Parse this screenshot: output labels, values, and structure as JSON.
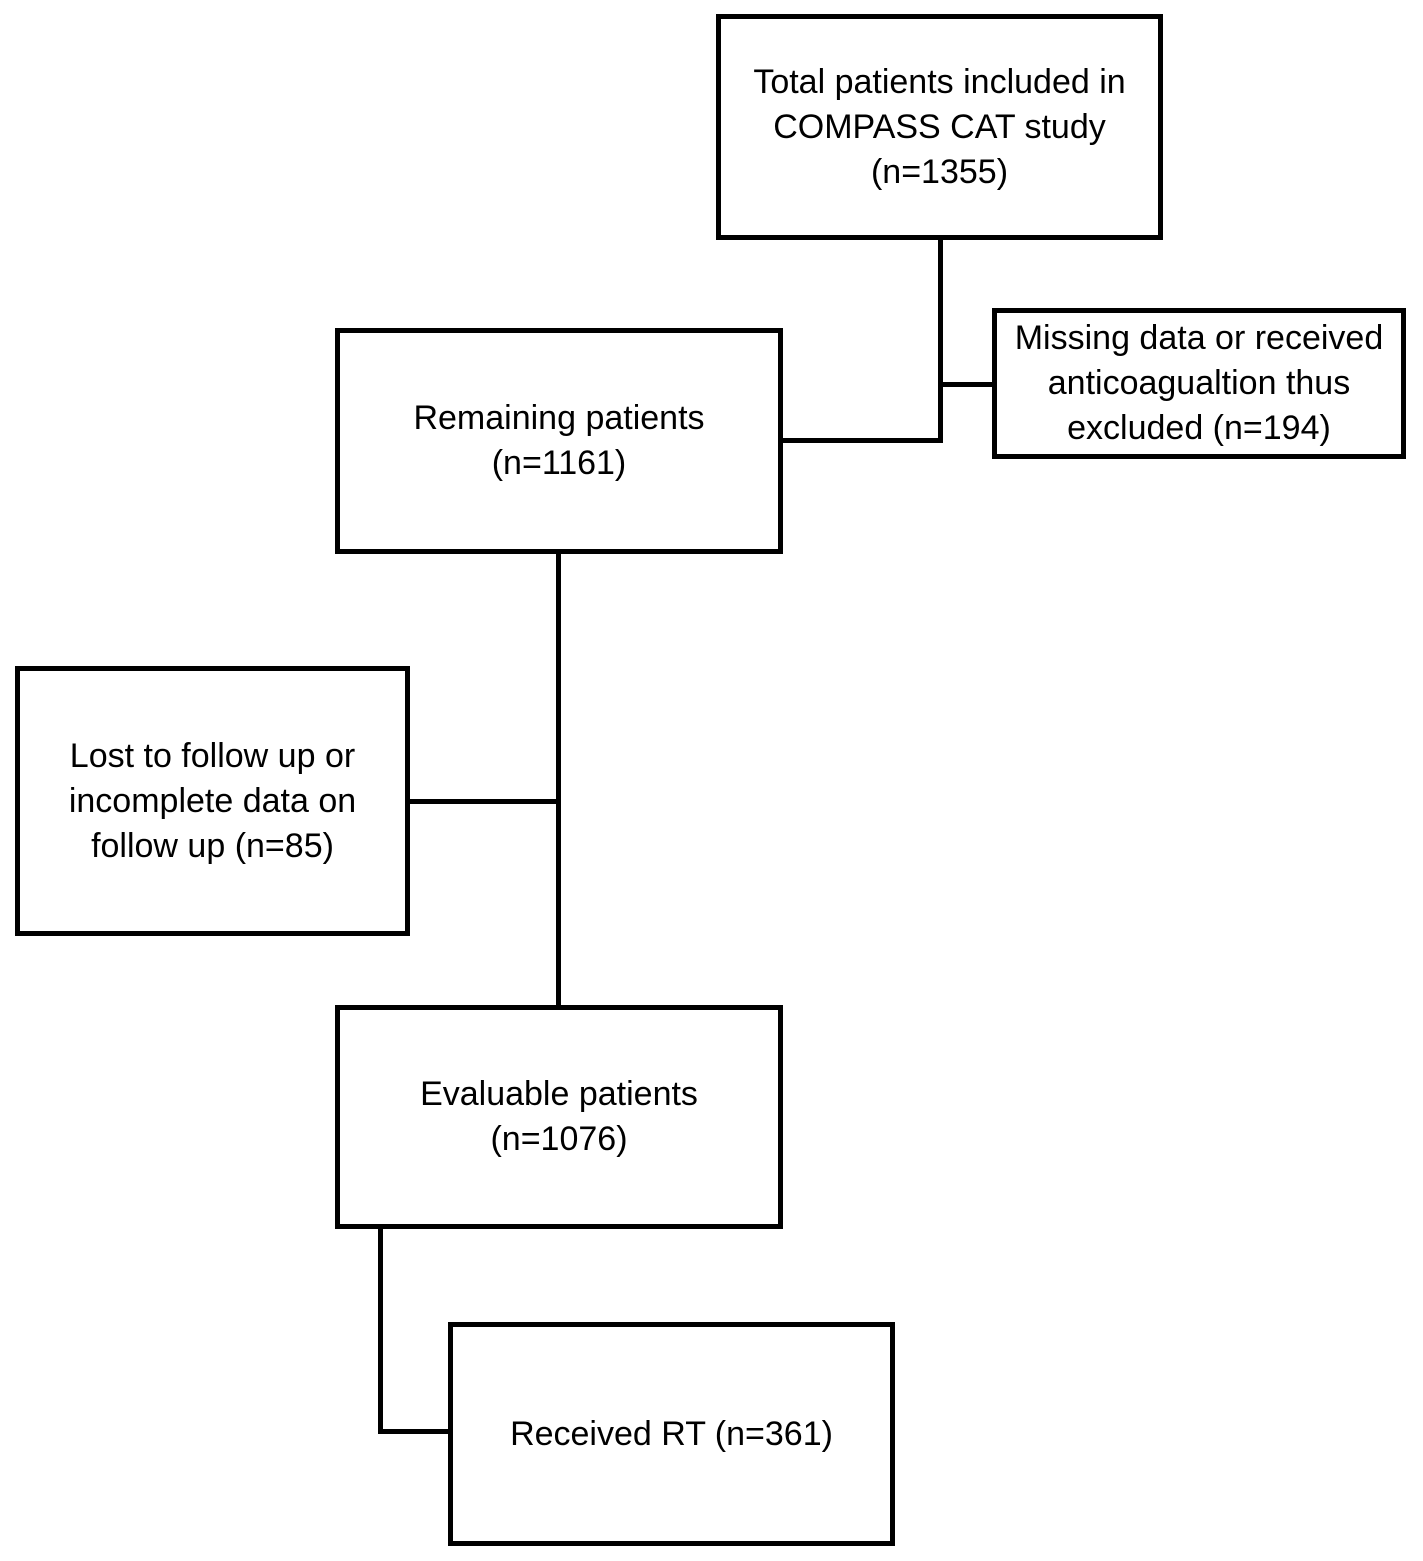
{
  "diagram": {
    "type": "flowchart",
    "background_color": "#ffffff",
    "line_color": "#000000",
    "nodes": [
      {
        "id": "total",
        "lines": [
          "Total patients included in",
          "COMPASS CAT study",
          "(n=1355)"
        ],
        "n": 1355
      },
      {
        "id": "missing",
        "lines": [
          "Missing data or received",
          "anticoagualtion thus",
          "excluded (n=194)"
        ],
        "n": 194
      },
      {
        "id": "remaining",
        "lines": [
          "Remaining patients",
          "(n=1161)"
        ],
        "n": 1161
      },
      {
        "id": "lost",
        "lines": [
          "Lost to follow up or",
          "incomplete data on",
          "follow up (n=85)"
        ],
        "n": 85
      },
      {
        "id": "evaluable",
        "lines": [
          "Evaluable patients",
          "(n=1076)"
        ],
        "n": 1076
      },
      {
        "id": "rt",
        "lines": [
          "Received RT (n=361)"
        ],
        "n": 361
      }
    ],
    "edges": [
      {
        "from": "total",
        "to": "remaining"
      },
      {
        "from": "total",
        "to": "missing"
      },
      {
        "from": "remaining",
        "to": "evaluable"
      },
      {
        "from": "remaining",
        "to": "lost"
      },
      {
        "from": "evaluable",
        "to": "rt"
      }
    ]
  }
}
